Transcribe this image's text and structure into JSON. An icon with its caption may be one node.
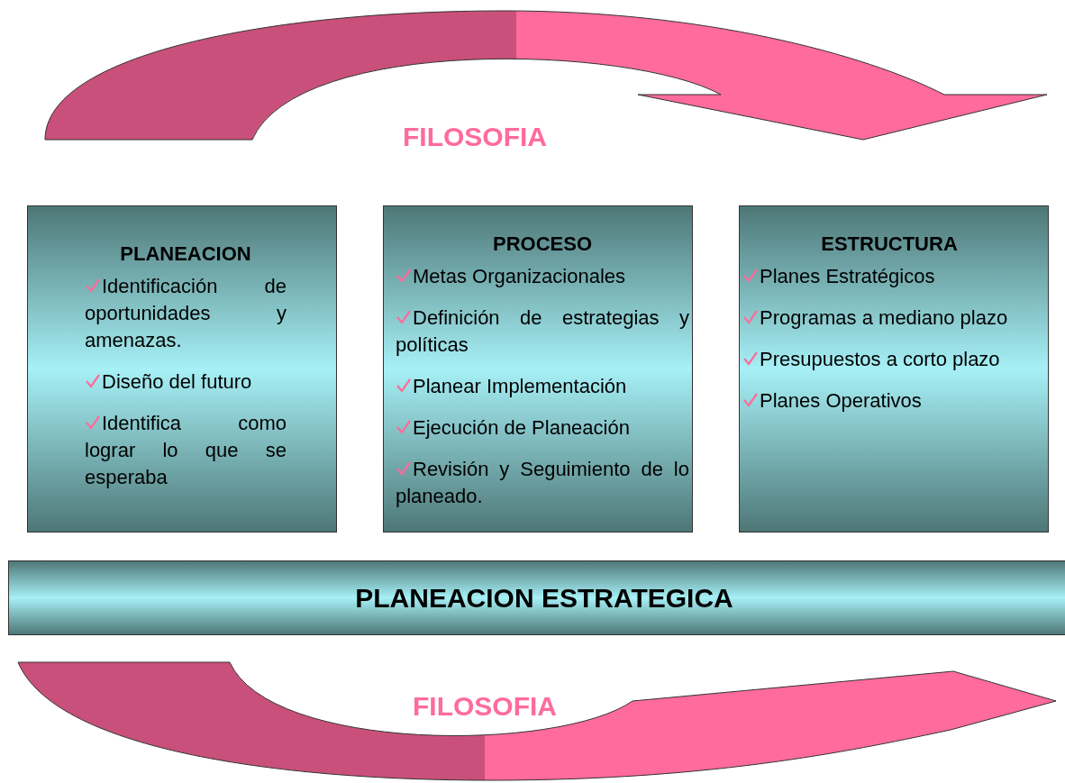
{
  "diagram": {
    "nodes": [
      {
        "text": [
          "PLANEACION",
          "Identificación de oportunidades y amenazas.",
          "Diseño del futuro",
          "Identifica como lograr lo que se esperaba"
        ]
      },
      {
        "text": [
          "PROCESO",
          "Metas Organizacionales",
          "Definición de estrategias y políticas",
          "Planear Implementación",
          "Ejecución de Planeación",
          "Revisión y Seguimiento de lo planeado."
        ]
      },
      {
        "text": [
          "ESTRUCTURA",
          "Planes Estratégicos",
          "Programas a mediano plazo",
          "Presupuestos a corto plazo",
          "Planes Operativos"
        ]
      },
      {
        "text": [
          "PLANEACION ESTRATEGICA"
        ]
      }
    ],
    "labels": [
      "FILOSOFIA",
      "FILOSOFIA"
    ]
  }
}
